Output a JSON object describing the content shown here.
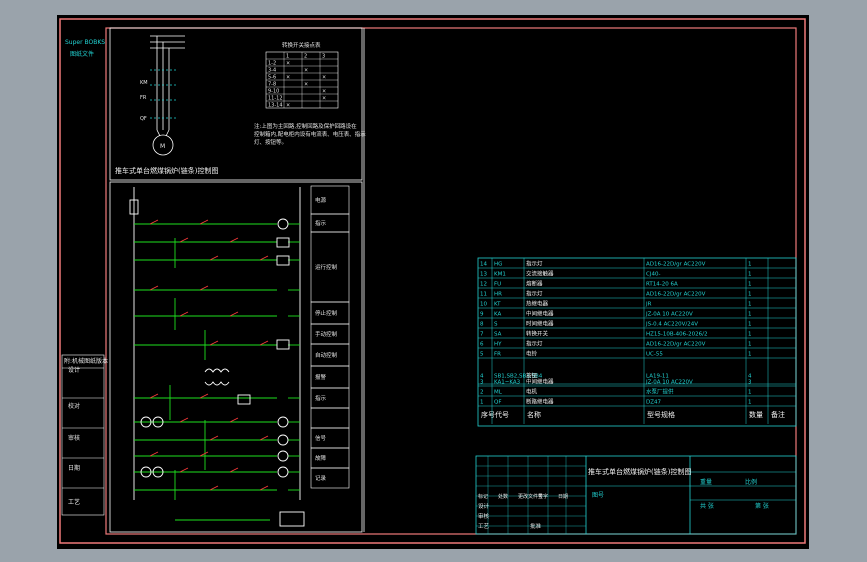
{
  "title_block": {
    "brand": "Super BOBKS",
    "brand_sub": "图纸文件",
    "drawing_title": "推车式单台燃煤锅炉(链条)控制图",
    "left_stamp": "附:机械图纸版本",
    "left_cells": [
      "设计",
      "校对",
      "审核",
      "日期",
      "工艺"
    ]
  },
  "diagrams": {
    "power_title": "推车式单台燃煤锅炉(链条)控制图",
    "switch_table_title": "转换开关接点表",
    "note_text": [
      "注:上图为主回路,控制回路及保护回路设在",
      "控制箱内,配电柜内设有电流表、电压表、指示",
      "灯、按钮等。"
    ],
    "switch_rows": [
      [
        "",
        "1",
        "2",
        "3"
      ],
      [
        "1-2",
        "×",
        "",
        ""
      ],
      [
        "3-4",
        "",
        "×",
        ""
      ],
      [
        "5-6",
        "×",
        "",
        "×"
      ],
      [
        "7-8",
        "",
        "×",
        ""
      ],
      [
        "9-10",
        "",
        "",
        "×"
      ],
      [
        "11-12",
        "",
        "",
        "×"
      ],
      [
        "13-14",
        "×",
        "",
        ""
      ]
    ]
  },
  "function_labels": [
    "电源",
    "指示",
    "运行控制",
    "",
    "",
    "停止控制",
    "手动控制",
    "自动控制",
    "报警",
    "",
    "",
    "指示",
    "",
    "",
    "信号",
    "故障",
    "记录"
  ],
  "bom": {
    "header": [
      "序号",
      "代号",
      "名称",
      "型号规格",
      "数量",
      "备注"
    ],
    "rows": [
      [
        "14",
        "HG",
        "指示灯",
        "AD16-22D/gr AC220V",
        "1",
        ""
      ],
      [
        "13",
        "KM1",
        "交流接触器",
        "CJ40-",
        "1",
        ""
      ],
      [
        "12",
        "FU",
        "熔断器",
        "RT14-20 6A",
        "1",
        ""
      ],
      [
        "11",
        "HR",
        "指示灯",
        "AD16-22D/gr AC220V",
        "1",
        ""
      ],
      [
        "10",
        "KT",
        "热继电器",
        "JR",
        "1",
        ""
      ],
      [
        "9",
        "KA",
        "中间继电器",
        "JZ-0A 10 AC220V",
        "1",
        ""
      ],
      [
        "8",
        "S",
        "时间继电器",
        "JS-0.4 AC220V/24V",
        "1",
        ""
      ],
      [
        "7",
        "SA",
        "转换开关",
        "HZ15-10B-406-2026/2",
        "1",
        ""
      ],
      [
        "6",
        "HY",
        "指示灯",
        "AD16-22D/gr AC220V",
        "1",
        ""
      ],
      [
        "5",
        "FR",
        "电铃",
        "UC-55",
        "1",
        ""
      ],
      [
        "4",
        "SB1,SB2,SB3,SB4",
        "按钮",
        "LA19-11",
        "4",
        ""
      ],
      [
        "3",
        "KA1~KA3",
        "中间继电器",
        "JZ-0A 10 AC220V",
        "3",
        ""
      ],
      [
        "2",
        "ML",
        "电机",
        "水泵厂提供",
        "1",
        ""
      ],
      [
        "1",
        "QF",
        "断路继电器",
        "DZ47",
        "1",
        ""
      ]
    ],
    "title_rows": [
      "标记",
      "处数",
      "更改文件号",
      "签字",
      "日期"
    ],
    "label_sheet": "图号",
    "label_scale": "比例",
    "label_sheets": "共 张",
    "label_page": "第 张",
    "label_weight": "重量",
    "label_design": "设计",
    "label_check": "审核",
    "label_process": "工艺",
    "label_approve": "批准"
  }
}
